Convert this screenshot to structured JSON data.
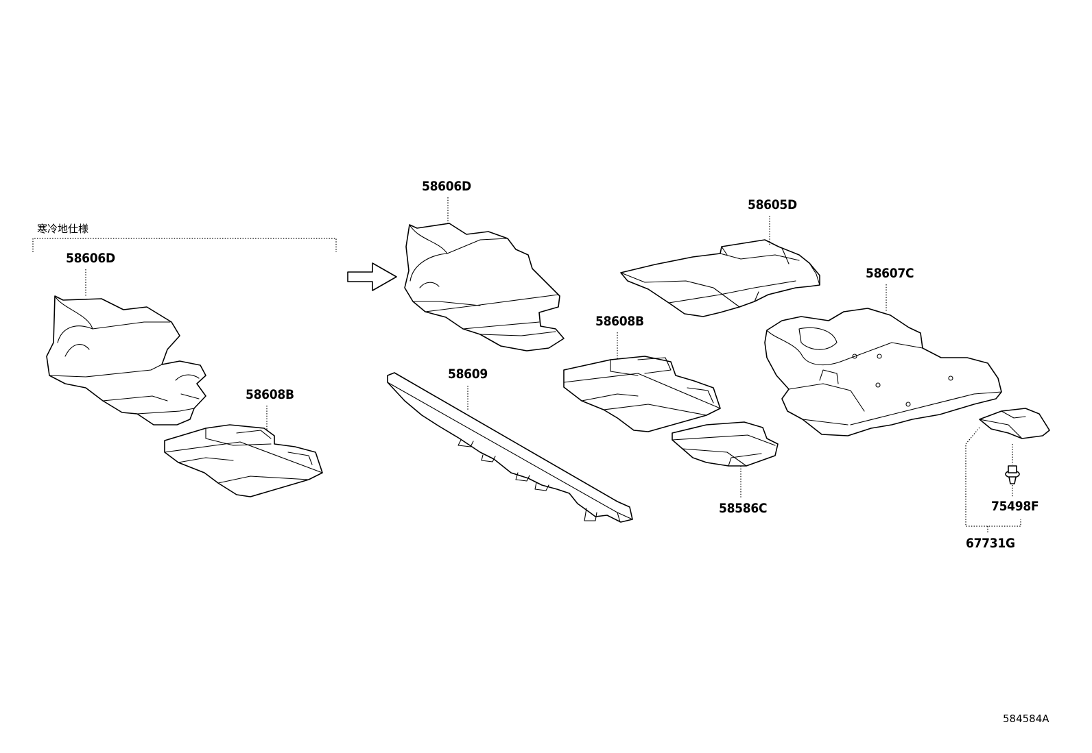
{
  "variant_note": "寒冷地仕様",
  "diagram_id": "584584A",
  "labels": {
    "cold_58606D": "58606D",
    "cold_58608B": "58608B",
    "std_58606D": "58606D",
    "std_58608B": "58608B",
    "p58609": "58609",
    "p58605D": "58605D",
    "p58607C": "58607C",
    "p58586C": "58586C",
    "p75498F": "75498F",
    "p67731G": "67731G"
  }
}
